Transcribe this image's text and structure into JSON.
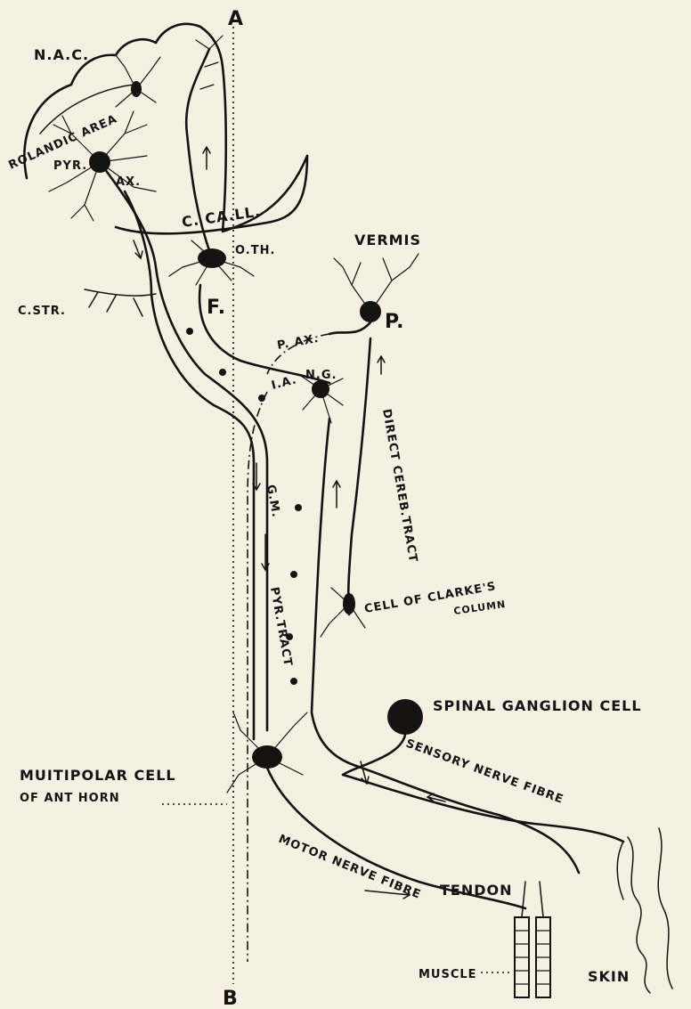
{
  "labels": {
    "a": "A",
    "b": "B",
    "nac": "N.A.C.",
    "rolandic": "ROLANDIC AREA",
    "pyr": "PYR.",
    "ax": "AX.",
    "ccall": "C. CA.LL.",
    "oth": "O.TH.",
    "vermis": "VERMIS",
    "p": "P.",
    "cstr": "C.STR.",
    "f": "F.",
    "pax": "P. AX.",
    "ng": "N.G.",
    "ia": "I.A.",
    "gm": "G.M.",
    "pyrtract": "PYR.TRACT",
    "direct": "DIRECT CEREB.TRACT",
    "clarke1": "CELL OF CLARKE'S",
    "clarke2": "COLUMN",
    "spinal": "SPINAL GANGLION CELL",
    "sensory": "SENSORY NERVE FIBRE",
    "multi1": "MUITIPOLAR CELL",
    "multi2": "OF ANT HORN",
    "motor": "MOTOR NERVE FIBRE",
    "tendon": "TENDON",
    "muscle": "MUSCLE",
    "skin": "SKIN"
  },
  "colors": {
    "ink": "#151312",
    "paper": "#f6f0e3"
  }
}
